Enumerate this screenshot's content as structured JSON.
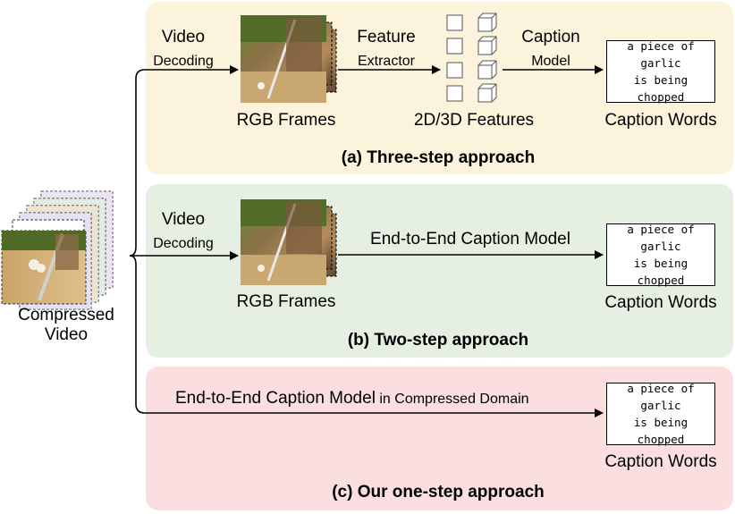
{
  "compressed_video": {
    "label_line1": "Compressed",
    "label_line2": "Video"
  },
  "three_step": {
    "title": "(a) Three-step approach",
    "color": "#fcf3dc",
    "decode_line1": "Video",
    "decode_line2": "Decoding",
    "rgb_label": "RGB Frames",
    "extractor_line1": "Feature",
    "extractor_line2": "Extractor",
    "features_label": "2D/3D Features",
    "caption_model_line1": "Caption",
    "caption_model_line2": "Model",
    "caption_output": "a piece of garlic\nis being chopped",
    "caption_words_label": "Caption Words"
  },
  "two_step": {
    "title": "(b) Two-step approach",
    "color": "#e6f0e2",
    "decode_line1": "Video",
    "decode_line2": "Decoding",
    "rgb_label": "RGB Frames",
    "model_label": "End-to-End Caption Model",
    "caption_output": "a piece of garlic\nis being chopped",
    "caption_words_label": "Caption Words"
  },
  "one_step": {
    "title": "(c) Our one-step approach",
    "color": "#fbdfe0",
    "model_label_main": "End-to-End Caption Model",
    "model_label_suffix": " in Compressed Domain",
    "caption_output": "a piece of garlic\nis being chopped",
    "caption_words_label": "Caption Words"
  }
}
